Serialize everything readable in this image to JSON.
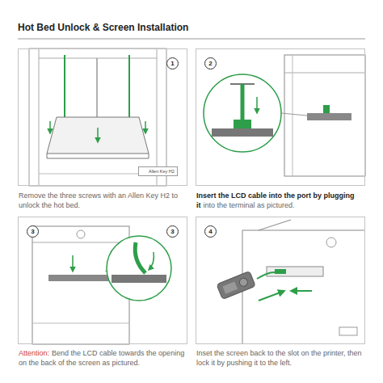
{
  "diagram": {
    "title": "Hot Bed Unlock & Screen Installation",
    "nodes": [
      {
        "text": [
          "1",
          "Allen Key H2",
          "Remove the three screws with an Allen Key H2 to unlock the hot bed."
        ]
      },
      {
        "text": [
          "2",
          "Insert the LCD cable into the port by plugging it",
          "into the terminal as pictured."
        ]
      },
      {
        "text": [
          "3",
          "3",
          "Attention:",
          "Bend the LCD cable towards the opening on the back of the screen as pictured."
        ]
      },
      {
        "text": [
          "4",
          "Inset the screen back to the slot on the printer, then lock it by pushing it to the left."
        ]
      }
    ]
  }
}
